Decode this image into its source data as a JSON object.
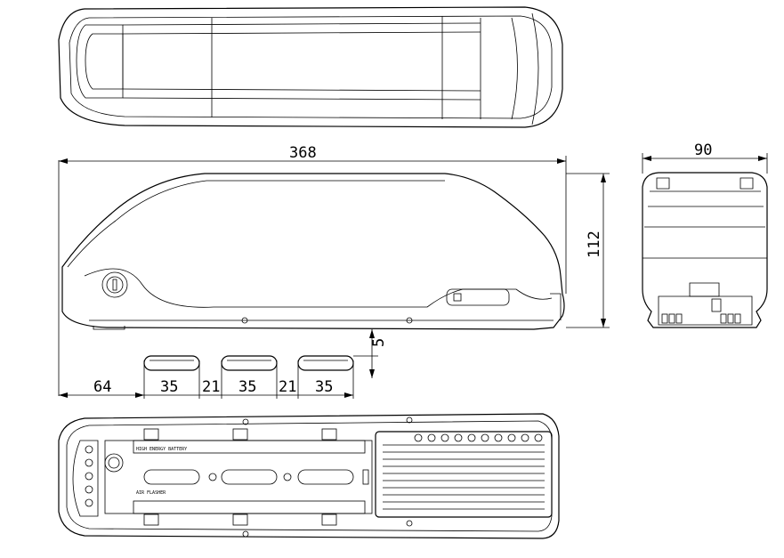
{
  "dimensions": {
    "overall_length": "368",
    "width": "90",
    "height": "112",
    "rail_gap": "5",
    "offset_front": "64",
    "slot_length_1": "35",
    "slot_spacing_1": "21",
    "slot_length_2": "35",
    "slot_spacing_2": "21",
    "slot_length_3": "35"
  },
  "labels": {
    "bottom_plate_top": "HIGH ENERGY BATTERY",
    "bottom_plate_bottom": "AIR FLASHER"
  }
}
